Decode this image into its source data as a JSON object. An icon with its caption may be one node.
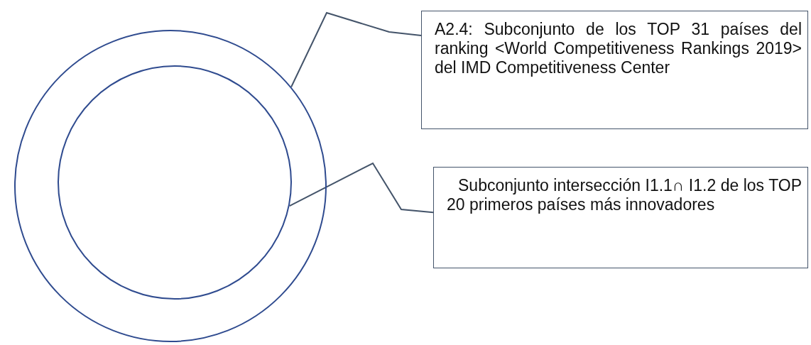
{
  "diagram": {
    "nodes": [
      {
        "text": [],
        "shape": "circle"
      },
      {
        "text": [],
        "shape": "circle",
        "in": 0
      },
      {
        "text": [
          "A2.4: Subconjunto de los TOP 31 países del ranking <World Competitiveness Rankings 2019> del IMD Competitiveness Center"
        ]
      },
      {
        "text": [
          "Subconjunto intersección I1.1∩ I1.2 de los TOP 20 primeros países más innovadores"
        ]
      }
    ],
    "edges": [
      {
        "from": 2,
        "to": 0,
        "arrow": "none"
      },
      {
        "from": 3,
        "to": 1,
        "arrow": "none"
      }
    ]
  }
}
